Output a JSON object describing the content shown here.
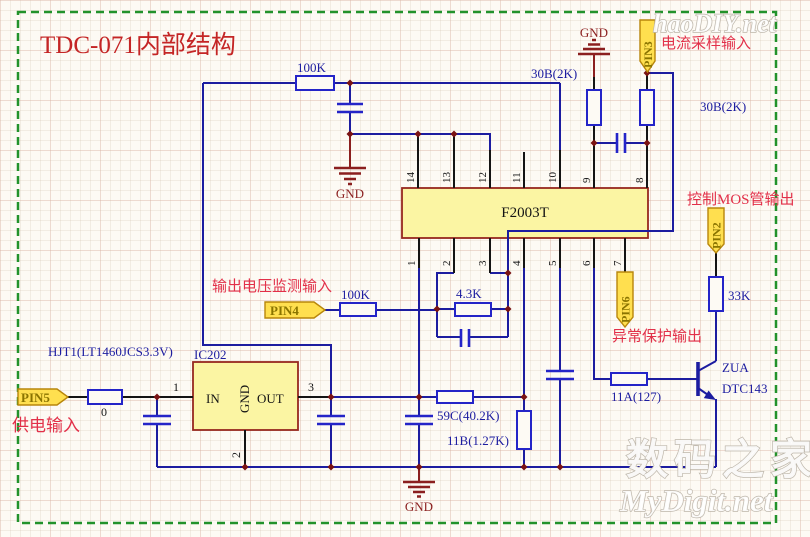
{
  "title": "TDC-071内部结构",
  "ic_main": {
    "name": "F2003T",
    "top_pins": [
      "14",
      "13",
      "12",
      "11",
      "10",
      "9",
      "8"
    ],
    "bottom_pins": [
      "1",
      "2",
      "3",
      "4",
      "5",
      "6",
      "7"
    ]
  },
  "regulator": {
    "part": "HJT1(LT1460JCS3.3V)",
    "designator": "IC202",
    "in_label": "IN",
    "gnd_label": "GND",
    "out_label": "OUT",
    "pin_in_no": "1",
    "pin_gnd_no": "2",
    "pin_out_no": "3"
  },
  "ports": {
    "pin5": {
      "label": "PIN5",
      "caption": "供电输入"
    },
    "pin4": {
      "label": "PIN4",
      "caption": "输出电压监测输入"
    },
    "pin3": {
      "label": "PIN3",
      "caption": "电流采样输入"
    },
    "pin2": {
      "label": "PIN2",
      "caption": "控制MOS管输出"
    },
    "pin6": {
      "label": "PIN6",
      "caption": "异常保护输出"
    }
  },
  "components": {
    "r_100k_top": "100K",
    "r_30b_left": "30B(2K)",
    "r_30b_right": "30B(2K)",
    "r_100k_mid": "100K",
    "r_4k3": "4.3K",
    "r_33k": "33K",
    "r_59c": "59C(40.2K)",
    "r_11b": "11B(1.27K)",
    "r_11a": "11A(127)",
    "r_zero": "0"
  },
  "transistor": {
    "line1": "ZUA",
    "line2": "DTC143"
  },
  "grounds": {
    "top_left": "GND",
    "top_right": "GND",
    "bottom": "GND"
  },
  "watermarks": {
    "haodiy": "haoDIY.net",
    "mydigit_cn": "数码之家",
    "mydigit_en": "MyDigit.net"
  },
  "colors": {
    "wire": "#1c1ca0",
    "component_outline": "#2424c8",
    "ground_red": "#8b1f1f",
    "ic_fill": "#fbf5a3",
    "ic_border": "#96281e",
    "tag_fill": "#ffdf4f",
    "caption_red": "#e23049",
    "title_red": "#c42525",
    "frame_green": "#22922b"
  }
}
